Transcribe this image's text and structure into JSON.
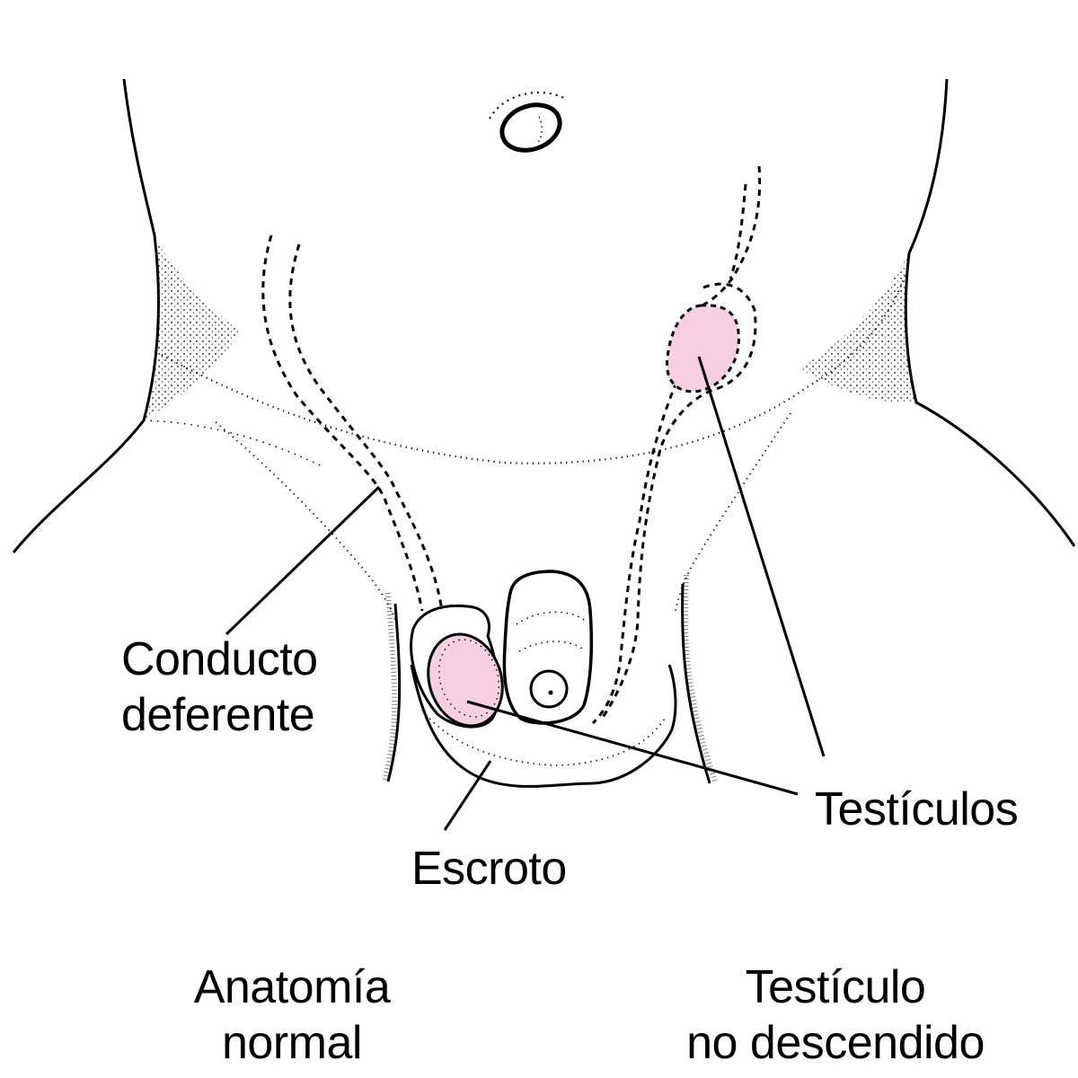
{
  "figure": {
    "title_left": {
      "line1": "Anatomía",
      "line2": "normal"
    },
    "title_right": {
      "line1": "Testículo",
      "line2": "no descendido"
    }
  },
  "labels": {
    "vas_deferens": {
      "line1": "Conducto",
      "line2": "deferente"
    },
    "scrotum": "Escroto",
    "testicles": "Testículos"
  },
  "colors": {
    "background": "#ffffff",
    "ink": "#000000",
    "testicle_fill": "#f6cfe0"
  },
  "icons": {
    "navel": "navel-icon",
    "penis": "penis-icon",
    "scrotum": "scrotum-icon",
    "testicle_normal": "testicle-normal-icon",
    "testicle_undescended": "testicle-undescended-icon"
  }
}
